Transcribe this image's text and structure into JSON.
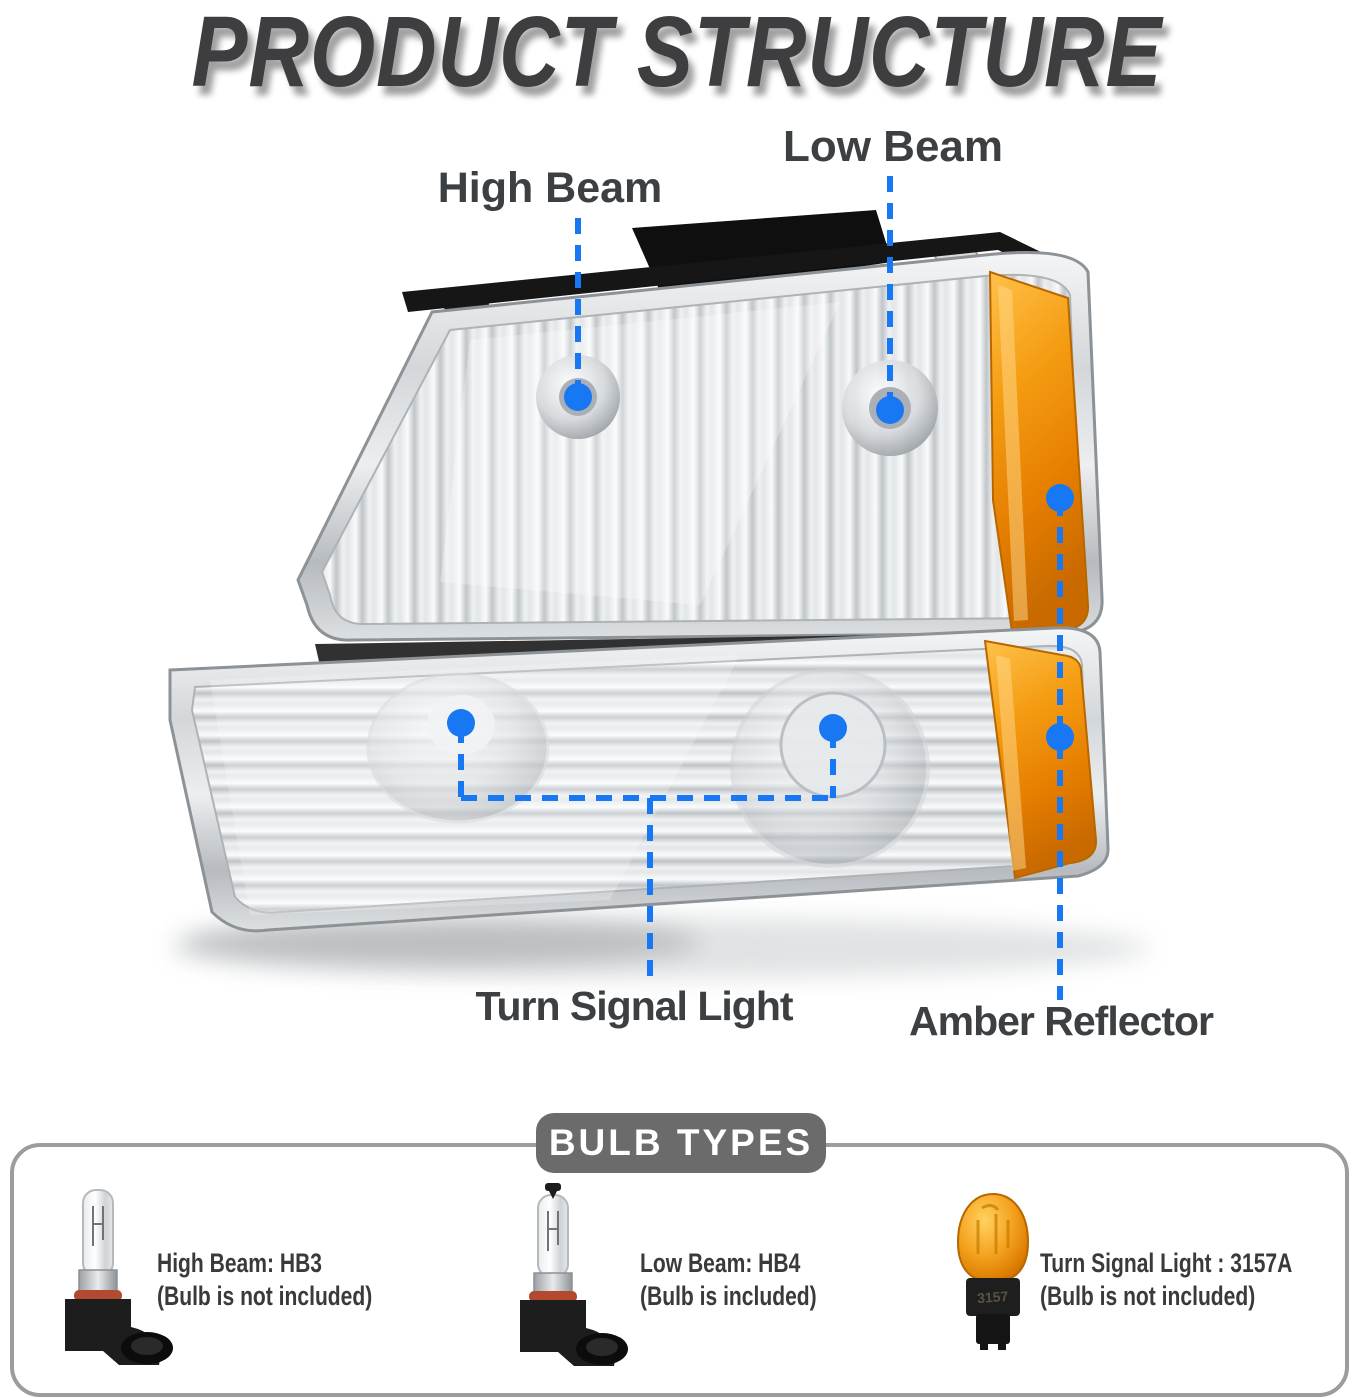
{
  "page": {
    "title": "PRODUCT STRUCTURE",
    "background": "#ffffff"
  },
  "colors": {
    "accent_blue": "#1877f2",
    "title_text": "#3e3e40",
    "label_text": "#3c4043",
    "badge_bg": "#6b6b6b",
    "badge_text": "#ffffff",
    "panel_border": "#9c9c9c",
    "amber": "#ef8c00",
    "chrome": "#d9dcdf"
  },
  "callouts": [
    {
      "id": "high-beam",
      "label": "High Beam"
    },
    {
      "id": "low-beam",
      "label": "Low Beam"
    },
    {
      "id": "turn-signal",
      "label": "Turn Signal Light"
    },
    {
      "id": "amber-reflector",
      "label": "Amber Reflector"
    }
  ],
  "bulb_panel": {
    "badge_label": "BULB TYPES",
    "items": [
      {
        "icon": "hb3-bulb-image",
        "line1": "High Beam: HB3",
        "line2": "(Bulb is not included)"
      },
      {
        "icon": "hb4-bulb-image",
        "line1": "Low Beam: HB4",
        "line2": "(Bulb is included)"
      },
      {
        "icon": "3157a-bulb-image",
        "line1": "Turn Signal Light : 3157A",
        "line2": "(Bulb is not included)",
        "marking": "3157"
      }
    ]
  }
}
